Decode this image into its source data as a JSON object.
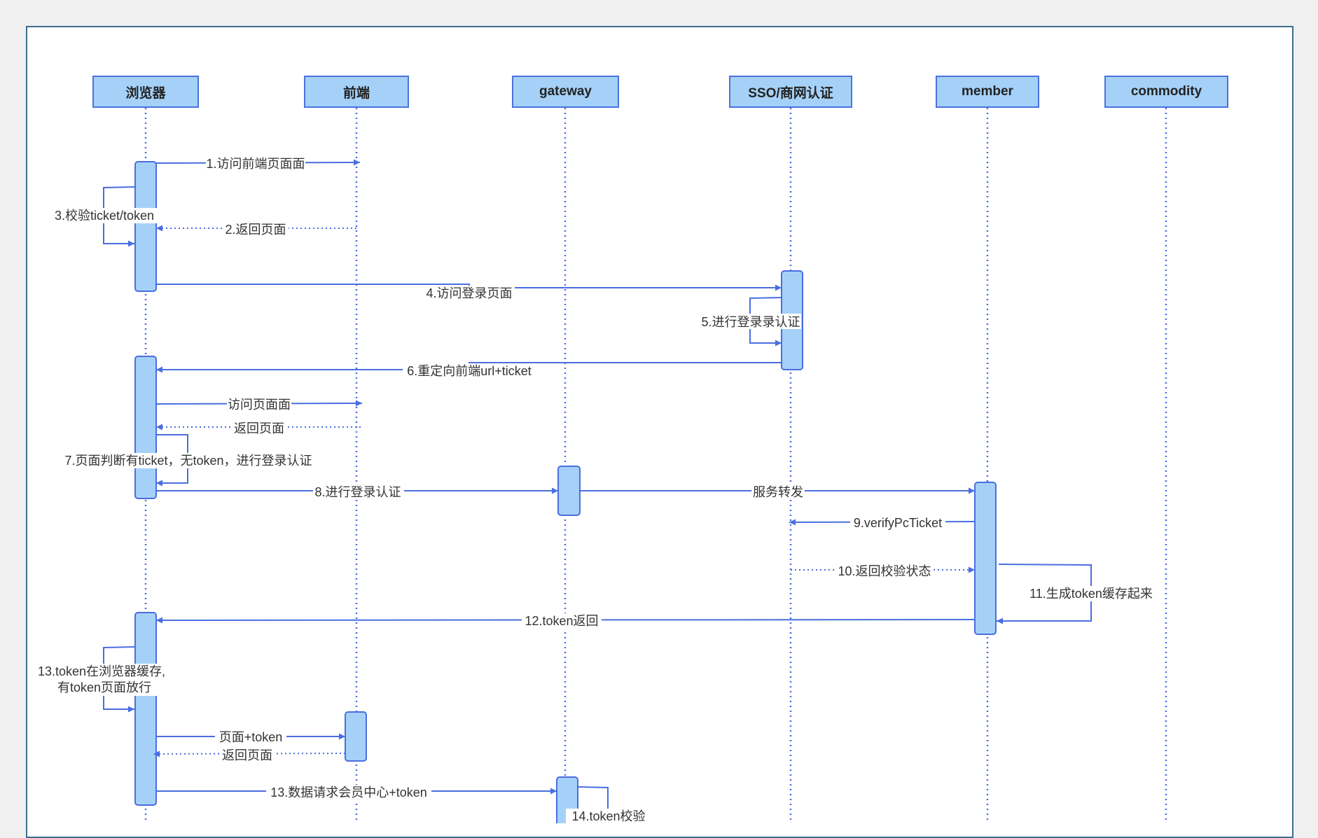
{
  "colors": {
    "line": "#4a6ee0",
    "box_fill": "#a5d1f8",
    "label_bg": "#ffffff",
    "text": "#333333",
    "page_bg": "#f0f0f1"
  },
  "participants": [
    {
      "id": "browser",
      "label": "浏览器"
    },
    {
      "id": "frontend",
      "label": "前端"
    },
    {
      "id": "gateway",
      "label": "gateway"
    },
    {
      "id": "sso",
      "label": "SSO/商网认证"
    },
    {
      "id": "member",
      "label": "member"
    },
    {
      "id": "commodity",
      "label": "commodity"
    }
  ],
  "messages": [
    {
      "from": "browser",
      "to": "frontend",
      "label": "1.访问前端页面面",
      "style": "solid"
    },
    {
      "from": "frontend",
      "to": "browser",
      "label": "2.返回页面",
      "style": "dotted"
    },
    {
      "from": "browser",
      "to": "browser",
      "label": "3.校验ticket/token",
      "style": "self"
    },
    {
      "from": "browser",
      "to": "sso",
      "label": "4.访问登录页面",
      "style": "solid"
    },
    {
      "from": "sso",
      "to": "sso",
      "label": "5.进行登录录认证",
      "style": "self"
    },
    {
      "from": "sso",
      "to": "browser",
      "label": "6.重定向前端url+ticket",
      "style": "solid"
    },
    {
      "from": "browser",
      "to": "frontend",
      "label": "访问页面面",
      "style": "solid"
    },
    {
      "from": "frontend",
      "to": "browser",
      "label": "返回页面",
      "style": "dotted"
    },
    {
      "from": "browser",
      "to": "browser",
      "label": "7.页面判断有ticket，无token，进行登录认证",
      "style": "self"
    },
    {
      "from": "browser",
      "to": "gateway",
      "label": "8.进行登录认证",
      "style": "solid"
    },
    {
      "from": "gateway",
      "to": "member",
      "label": "服务转发",
      "style": "solid"
    },
    {
      "from": "member",
      "to": "sso",
      "label": "9.verifyPcTicket",
      "style": "solid"
    },
    {
      "from": "sso",
      "to": "member",
      "label": "10.返回校验状态",
      "style": "dotted"
    },
    {
      "from": "member",
      "to": "member",
      "label": "11.生成token缓存起来",
      "style": "self"
    },
    {
      "from": "member",
      "to": "browser",
      "label": "12.token返回",
      "style": "solid"
    },
    {
      "from": "browser",
      "to": "browser",
      "label": "13.token在浏览器缓存,",
      "label2": "有token页面放行",
      "style": "self"
    },
    {
      "from": "browser",
      "to": "frontend",
      "label": "页面+token",
      "style": "solid"
    },
    {
      "from": "frontend",
      "to": "browser",
      "label": "返回页面",
      "style": "dotted"
    },
    {
      "from": "browser",
      "to": "gateway",
      "label": "13.数据请求会员中心+token",
      "style": "solid"
    },
    {
      "from": "gateway",
      "to": "gateway",
      "label": "14.token校验",
      "style": "self"
    }
  ]
}
